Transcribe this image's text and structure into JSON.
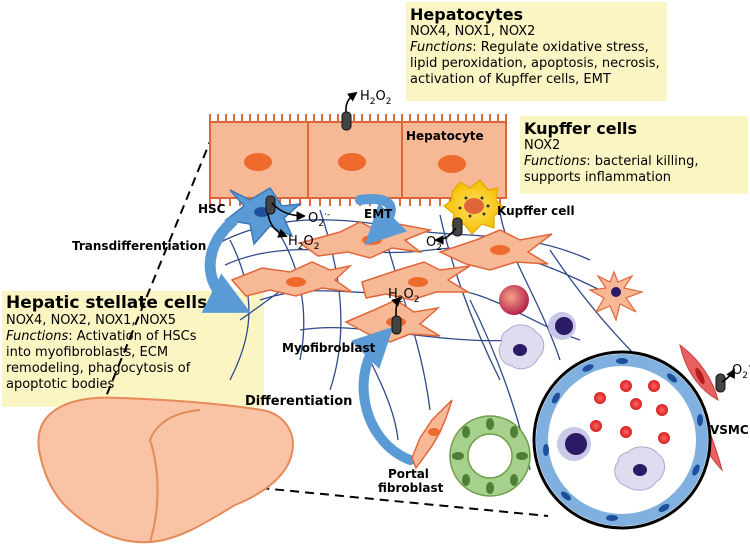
{
  "hepatocytes_box": {
    "title": "Hepatocytes",
    "nox": "NOX4, NOX1, NOX2",
    "functions_label": "Functions",
    "functions_lines": [
      ": Regulate oxidative stress,",
      "lipid peroxidation, apoptosis, necrosis,",
      "activation of Kupffer cells, EMT"
    ]
  },
  "kupffer_box": {
    "title": "Kupffer cells",
    "nox": "NOX2",
    "functions_label": "Functions",
    "functions_lines": [
      ": bacterial killing,",
      "supports inflammation"
    ]
  },
  "hsc_box": {
    "title": "Hepatic stellate cells",
    "nox": "NOX4, NOX2, NOX1, NOX5",
    "functions_label": "Functions",
    "functions_lines": [
      ": Activation of HSCs",
      "into myofibroblasts, ECM",
      "remodeling, phagocytosis of",
      "apoptotic bodies"
    ]
  },
  "labels": {
    "hepatocyte": "Hepatocyte",
    "hsc": "HSC",
    "emt": "EMT",
    "kupffer_cell": "Kupffer cell",
    "transdifferentiation": "Transdifferentiation",
    "myofibroblast": "Myofibroblast",
    "differentiation": "Differentiation",
    "portal_fibroblast_1": "Portal",
    "portal_fibroblast_2": "fibroblast",
    "vsmc": "VSMC"
  },
  "ros": {
    "h2o2": "H",
    "h2o2_sub": "2",
    "h2o2_o": "O",
    "h2o2_sub2": "2",
    "superoxide": "O",
    "superoxide_sub": "2",
    "superoxide_sup": "·-"
  },
  "colors": {
    "cell_fill": "#f7b896",
    "cell_stroke": "#e0663a",
    "nucleus": "#ee6b2d",
    "hsc_blue": "#5b9bd5",
    "box_yellow": "#fbf5c4",
    "fiber": "#2f4a8a",
    "vessel_blue": "#7fb0e0",
    "rbc_red": "#e32b2b",
    "sinusoid_green": "#a8d08d",
    "vsmc_red": "#e86060"
  },
  "icons": [
    "nox-enzyme-icon",
    "liver-icon",
    "kupffer-cell-icon",
    "hsc-cell-icon",
    "red-blood-cell-icon",
    "vessel-cross-section-icon"
  ]
}
